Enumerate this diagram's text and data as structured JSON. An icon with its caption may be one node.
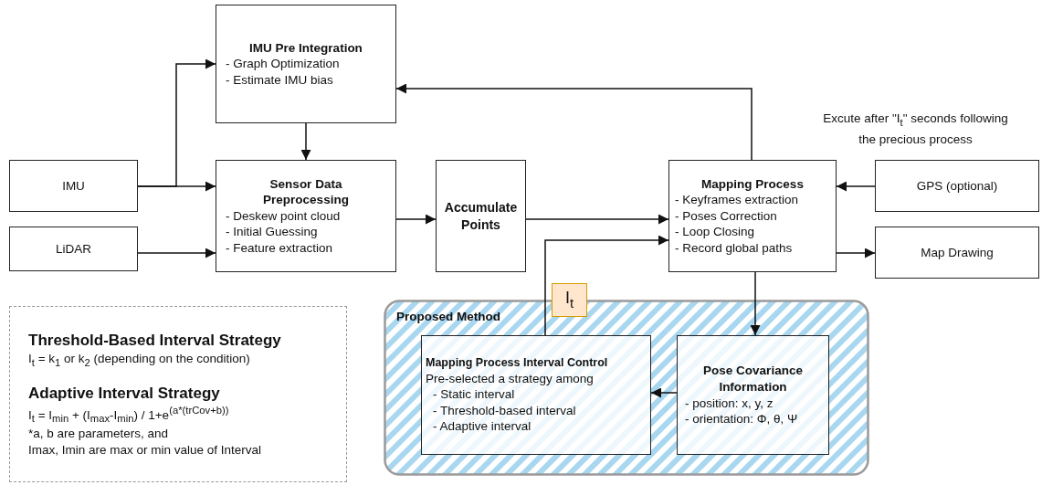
{
  "diagram": {
    "nodes": [
      {
        "text": [
          "IMU Pre Integration",
          "- Graph Optimization",
          "- Estimate IMU bias"
        ]
      },
      {
        "text": [
          "IMU"
        ]
      },
      {
        "text": [
          "LiDAR"
        ]
      },
      {
        "text": [
          "Sensor Data Preprocessing",
          "- Deskew point cloud",
          "- Initial Guessing",
          "- Feature extraction"
        ]
      },
      {
        "text": [
          "Accumulate Points"
        ]
      },
      {
        "text": [
          "Mapping Process",
          "- Keyframes extraction",
          "- Poses Correction",
          "- Loop Closing",
          "- Record global paths"
        ]
      },
      {
        "text": [
          "GPS (optional)"
        ]
      },
      {
        "text": [
          "Map Drawing"
        ]
      },
      {
        "text": [
          "Threshold-Based Interval Strategy",
          "I$_{t}$ = k$_{1}$ or k$_{2}$ (depending on the condition)",
          "Adaptive Interval Strategy",
          "I$_{t}$ = I$_{min}$ + (I$_{max}$-I$_{min}$) / 1+e$^{(a*(trCov+b))}$",
          "*a, b are parameters, and",
          "Imax, Imin are max or min value of Interval"
        ]
      },
      {
        "text": [
          "Proposed Method"
        ]
      },
      {
        "text": [
          "Mapping Process Interval Control",
          "Pre-selected a strategy among",
          "- Static interval",
          "- Threshold-based interval",
          "- Adaptive interval"
        ],
        "in": 9
      },
      {
        "text": [
          "Pose Covariance Information",
          "- position: x, y, z",
          "- orientation: Φ, θ, Ψ"
        ],
        "in": 9
      },
      {
        "text": [
          "I$_{t}$"
        ]
      }
    ],
    "edges": [
      {
        "from": 1,
        "to": 3,
        "arrow": "to"
      },
      {
        "from": 1,
        "to": 0,
        "arrow": "to"
      },
      {
        "from": 2,
        "to": 3,
        "arrow": "to"
      },
      {
        "from": 0,
        "to": 3,
        "arrow": "to"
      },
      {
        "from": 3,
        "to": 4,
        "arrow": "to"
      },
      {
        "from": 4,
        "to": 5,
        "arrow": "to"
      },
      {
        "from": 5,
        "to": 0,
        "arrow": "to"
      },
      {
        "from": 6,
        "to": 5,
        "arrow": "to"
      },
      {
        "from": 5,
        "to": 7,
        "arrow": "to"
      },
      {
        "from": 5,
        "to": 11,
        "arrow": "to"
      },
      {
        "from": 11,
        "to": 10,
        "arrow": "to"
      },
      {
        "from": 10,
        "to": 5,
        "arrow": "to"
      }
    ],
    "labels": [
      "Excute after \"I$_{t}$\" seconds following the precious process"
    ]
  }
}
